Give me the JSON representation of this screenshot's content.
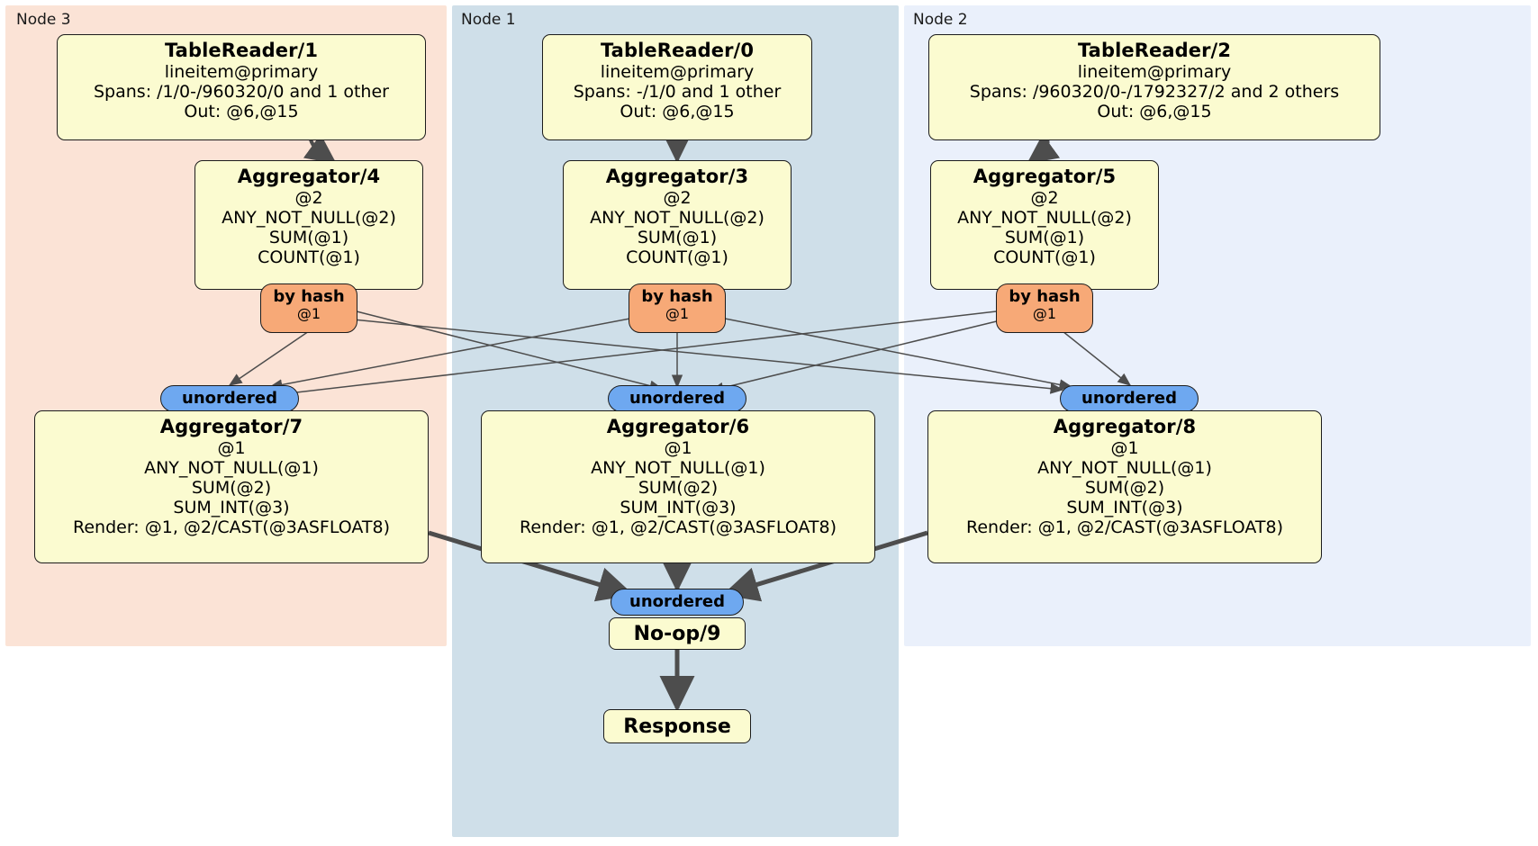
{
  "diagram": {
    "type": "distributed-query-plan",
    "colors": {
      "node3_bg": "#fbe3d6",
      "node1_bg": "#cfdfe9",
      "node2_bg": "#eaf0fb",
      "processor_fill": "#fbfbd0",
      "router_fill": "#f7a977",
      "synchronizer_fill": "#6ea8f0",
      "stroke": "#1c1c1c",
      "edge": "#4d4d4d"
    }
  },
  "clusters": [
    {
      "label": "Node 3"
    },
    {
      "label": "Node 1"
    },
    {
      "label": "Node 2"
    }
  ],
  "table_readers": [
    {
      "title": "TableReader/1",
      "lines": [
        "lineitem@primary",
        "Spans: /1/0-/960320/0 and 1 other",
        "Out: @6,@15"
      ]
    },
    {
      "title": "TableReader/0",
      "lines": [
        "lineitem@primary",
        "Spans: -/1/0 and 1 other",
        "Out: @6,@15"
      ]
    },
    {
      "title": "TableReader/2",
      "lines": [
        "lineitem@primary",
        "Spans: /960320/0-/1792327/2 and 2 others",
        "Out: @6,@15"
      ]
    }
  ],
  "local_aggregators": [
    {
      "title": "Aggregator/4",
      "lines": [
        "@2",
        "ANY_NOT_NULL(@2)",
        "SUM(@1)",
        "COUNT(@1)"
      ]
    },
    {
      "title": "Aggregator/3",
      "lines": [
        "@2",
        "ANY_NOT_NULL(@2)",
        "SUM(@1)",
        "COUNT(@1)"
      ]
    },
    {
      "title": "Aggregator/5",
      "lines": [
        "@2",
        "ANY_NOT_NULL(@2)",
        "SUM(@1)",
        "COUNT(@1)"
      ]
    }
  ],
  "routers": [
    {
      "title": "by hash",
      "line": "@1"
    },
    {
      "title": "by hash",
      "line": "@1"
    },
    {
      "title": "by hash",
      "line": "@1"
    }
  ],
  "synchronizers": [
    {
      "label": "unordered"
    },
    {
      "label": "unordered"
    },
    {
      "label": "unordered"
    },
    {
      "label": "unordered"
    }
  ],
  "final_aggregators": [
    {
      "title": "Aggregator/7",
      "lines": [
        "@1",
        "ANY_NOT_NULL(@1)",
        "SUM(@2)",
        "SUM_INT(@3)",
        "Render: @1, @2/CAST(@3ASFLOAT8)"
      ]
    },
    {
      "title": "Aggregator/6",
      "lines": [
        "@1",
        "ANY_NOT_NULL(@1)",
        "SUM(@2)",
        "SUM_INT(@3)",
        "Render: @1, @2/CAST(@3ASFLOAT8)"
      ]
    },
    {
      "title": "Aggregator/8",
      "lines": [
        "@1",
        "ANY_NOT_NULL(@1)",
        "SUM(@2)",
        "SUM_INT(@3)",
        "Render: @1, @2/CAST(@3ASFLOAT8)"
      ]
    }
  ],
  "noop": {
    "label": "No-op/9"
  },
  "response": {
    "label": "Response"
  }
}
